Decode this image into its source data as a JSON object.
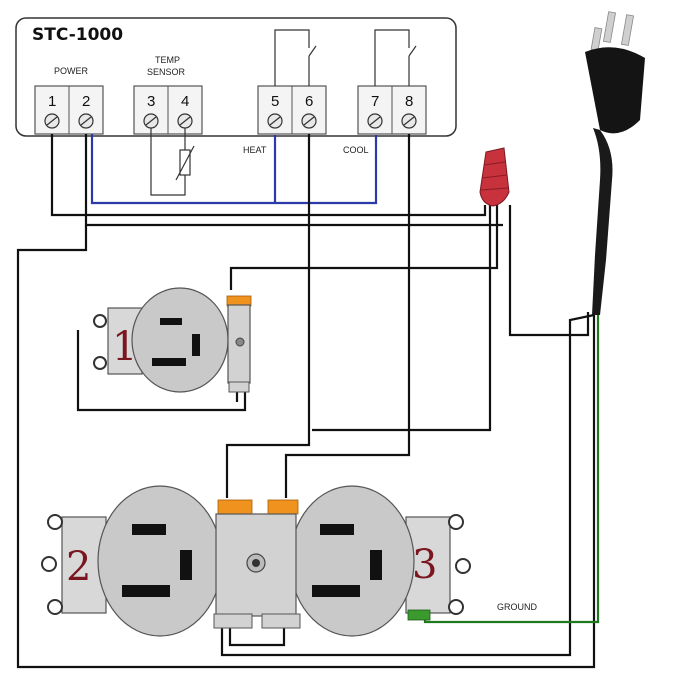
{
  "controller": {
    "model": "STC-1000",
    "power_label": "POWER",
    "temp_label_line1": "TEMP",
    "temp_label_line2": "SENSOR",
    "heat_label": "HEAT",
    "cool_label": "COOL",
    "terminals": [
      "1",
      "2",
      "3",
      "4",
      "5",
      "6",
      "7",
      "8"
    ]
  },
  "outlets": {
    "outlet1_label": "1",
    "outlet2_label": "2",
    "outlet3_label": "3"
  },
  "ground_label": "GROUND",
  "colors": {
    "hot_wire": "#111111",
    "heat_cool_wire": "#2b3aa8",
    "ground_wire": "#1f7a1f",
    "wire_nut": "#c8323c",
    "bracket": "#f0921e",
    "outlet_face": "#c9c9c9",
    "outlet_number": "#7a1620"
  },
  "icons": [
    "terminal-screw-icon",
    "wire-nut-icon",
    "power-plug-icon",
    "thermistor-icon",
    "relay-switch-icon"
  ]
}
